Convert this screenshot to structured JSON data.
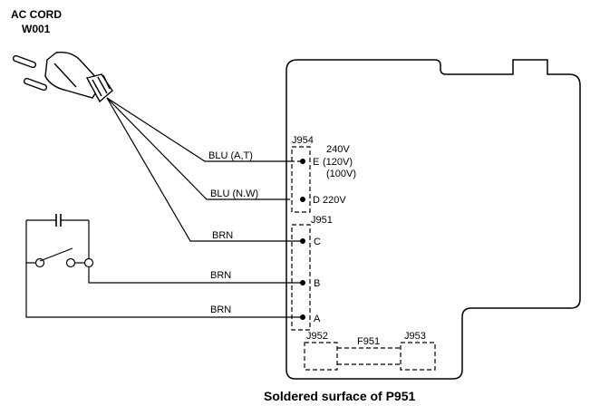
{
  "ac_cord": {
    "line1": "AC CORD",
    "line2": "W001"
  },
  "wires": {
    "blu_at": "BLU (A,T)",
    "blu_nw": "BLU (N.W)",
    "brn_c": "BRN",
    "brn_b": "BRN",
    "brn_a": "BRN"
  },
  "connectors": {
    "j954": "J954",
    "j951": "J951",
    "j952": "J952",
    "f951": "F951",
    "j953": "J953"
  },
  "terminals": {
    "e": "E",
    "e_v1": "240V",
    "e_v2": "(120V)",
    "e_v3": "(100V)",
    "d": "D",
    "d_v": "220V",
    "c": "C",
    "b": "B",
    "a": "A"
  },
  "caption": "Soldered surface of P951"
}
